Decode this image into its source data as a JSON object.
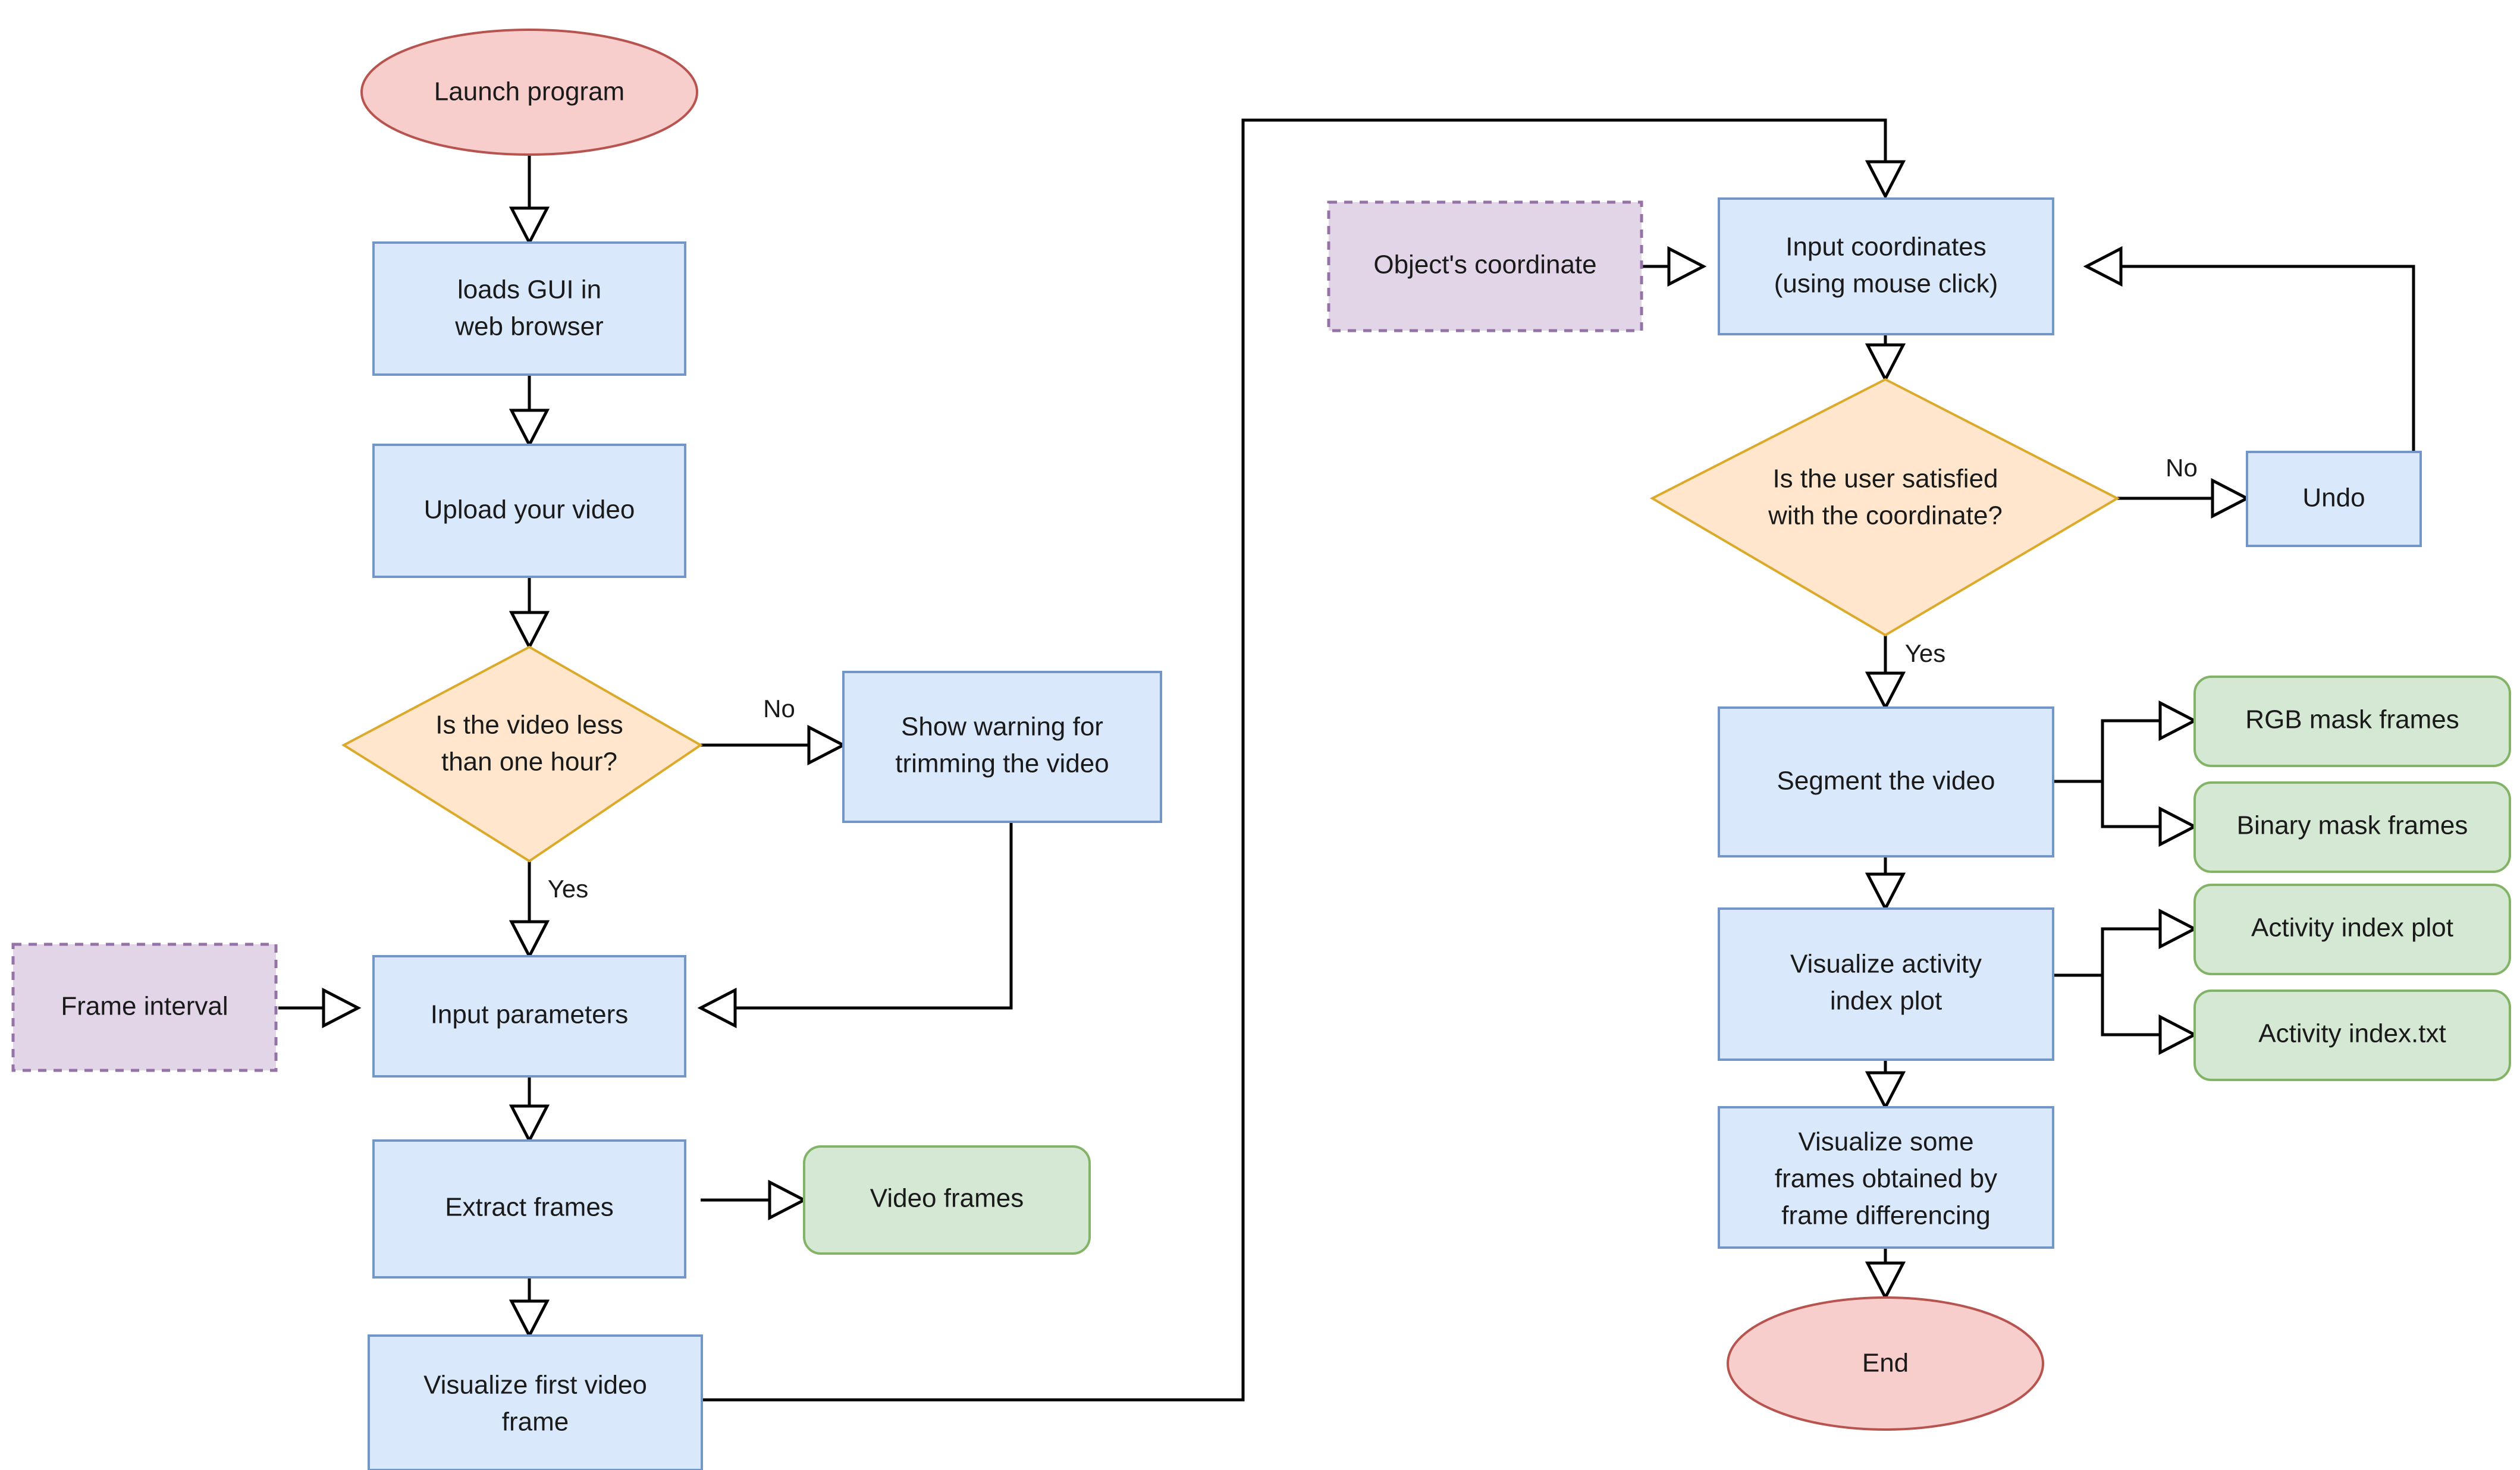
{
  "diagram": {
    "title": "Video segmentation GUI workflow flowchart",
    "type": "flowchart",
    "palette": {
      "process_fill": "#dae8fc",
      "process_stroke": "#7396c8",
      "decision_fill": "#ffe6cc",
      "decision_stroke": "#dcaa2a",
      "terminator_fill": "#f8cecc",
      "terminator_stroke": "#b85450",
      "output_fill": "#d5e8d4",
      "output_stroke": "#82b366",
      "datastore_fill": "#e1d5e7",
      "datastore_stroke": "#9673a6",
      "connector": "#000000",
      "background": "#ffffff"
    }
  },
  "nodes": {
    "launch_program": {
      "label": "Launch program",
      "shape": "ellipse",
      "kind": "terminator"
    },
    "loads_gui": {
      "label_line1": "loads GUI in",
      "label_line2": "web browser",
      "shape": "rect",
      "kind": "process"
    },
    "upload_video": {
      "label": "Upload your video",
      "shape": "rect",
      "kind": "process"
    },
    "video_length_decision": {
      "label_line1": "Is the video less",
      "label_line2": "than one hour?",
      "shape": "diamond",
      "kind": "decision"
    },
    "show_warning": {
      "label_line1": "Show warning for",
      "label_line2": "trimming the video",
      "shape": "rect",
      "kind": "process"
    },
    "frame_interval": {
      "label": "Frame interval",
      "shape": "dashed-rect",
      "kind": "datastore"
    },
    "input_parameters": {
      "label": "Input parameters",
      "shape": "rect",
      "kind": "process"
    },
    "extract_frames": {
      "label": "Extract frames",
      "shape": "rect",
      "kind": "process"
    },
    "video_frames": {
      "label": "Video frames",
      "shape": "rounded-rect",
      "kind": "output"
    },
    "visualize_first_frame": {
      "label_line1": "Visualize first video",
      "label_line2": "frame",
      "shape": "rect",
      "kind": "process"
    },
    "objects_coordinate": {
      "label": "Object's coordinate",
      "shape": "dashed-rect",
      "kind": "datastore"
    },
    "input_coordinates": {
      "label_line1": "Input coordinates",
      "label_line2": "(using mouse click)",
      "shape": "rect",
      "kind": "process"
    },
    "user_satisfied_decision": {
      "label_line1": "Is the user satisfied",
      "label_line2": "with the coordinate?",
      "shape": "diamond",
      "kind": "decision"
    },
    "undo": {
      "label": "Undo",
      "shape": "rect",
      "kind": "process"
    },
    "segment_video": {
      "label": "Segment the video",
      "shape": "rect",
      "kind": "process"
    },
    "rgb_mask_frames": {
      "label": "RGB mask frames",
      "shape": "rounded-rect",
      "kind": "output"
    },
    "binary_mask_frames": {
      "label": "Binary mask frames",
      "shape": "rounded-rect",
      "kind": "output"
    },
    "visualize_activity_plot": {
      "label_line1": "Visualize activity",
      "label_line2": "index plot",
      "shape": "rect",
      "kind": "process"
    },
    "activity_index_plot": {
      "label": "Activity index plot",
      "shape": "rounded-rect",
      "kind": "output"
    },
    "activity_index_txt": {
      "label": "Activity index.txt",
      "shape": "rounded-rect",
      "kind": "output"
    },
    "visualize_frame_differencing": {
      "label_line1": "Visualize some",
      "label_line2": "frames obtained by",
      "label_line3": "frame differencing",
      "shape": "rect",
      "kind": "process"
    },
    "end": {
      "label": "End",
      "shape": "ellipse",
      "kind": "terminator"
    }
  },
  "edge_labels": {
    "video_length_no": "No",
    "video_length_yes": "Yes",
    "user_satisfied_no": "No",
    "user_satisfied_yes": "Yes"
  },
  "edges": [
    {
      "from": "launch_program",
      "to": "loads_gui",
      "label": ""
    },
    {
      "from": "loads_gui",
      "to": "upload_video",
      "label": ""
    },
    {
      "from": "upload_video",
      "to": "video_length_decision",
      "label": ""
    },
    {
      "from": "video_length_decision",
      "to": "show_warning",
      "label": "No"
    },
    {
      "from": "video_length_decision",
      "to": "input_parameters",
      "label": "Yes"
    },
    {
      "from": "show_warning",
      "to": "input_parameters",
      "label": ""
    },
    {
      "from": "frame_interval",
      "to": "input_parameters",
      "label": ""
    },
    {
      "from": "input_parameters",
      "to": "extract_frames",
      "label": ""
    },
    {
      "from": "extract_frames",
      "to": "video_frames",
      "label": ""
    },
    {
      "from": "extract_frames",
      "to": "visualize_first_frame",
      "label": ""
    },
    {
      "from": "visualize_first_frame",
      "to": "input_coordinates",
      "label": ""
    },
    {
      "from": "objects_coordinate",
      "to": "input_coordinates",
      "label": ""
    },
    {
      "from": "input_coordinates",
      "to": "user_satisfied_decision",
      "label": ""
    },
    {
      "from": "user_satisfied_decision",
      "to": "undo",
      "label": "No"
    },
    {
      "from": "undo",
      "to": "input_coordinates",
      "label": ""
    },
    {
      "from": "user_satisfied_decision",
      "to": "segment_video",
      "label": "Yes"
    },
    {
      "from": "segment_video",
      "to": "rgb_mask_frames",
      "label": ""
    },
    {
      "from": "segment_video",
      "to": "binary_mask_frames",
      "label": ""
    },
    {
      "from": "segment_video",
      "to": "visualize_activity_plot",
      "label": ""
    },
    {
      "from": "visualize_activity_plot",
      "to": "activity_index_plot",
      "label": ""
    },
    {
      "from": "visualize_activity_plot",
      "to": "activity_index_txt",
      "label": ""
    },
    {
      "from": "visualize_activity_plot",
      "to": "visualize_frame_differencing",
      "label": ""
    },
    {
      "from": "visualize_frame_differencing",
      "to": "end",
      "label": ""
    }
  ]
}
